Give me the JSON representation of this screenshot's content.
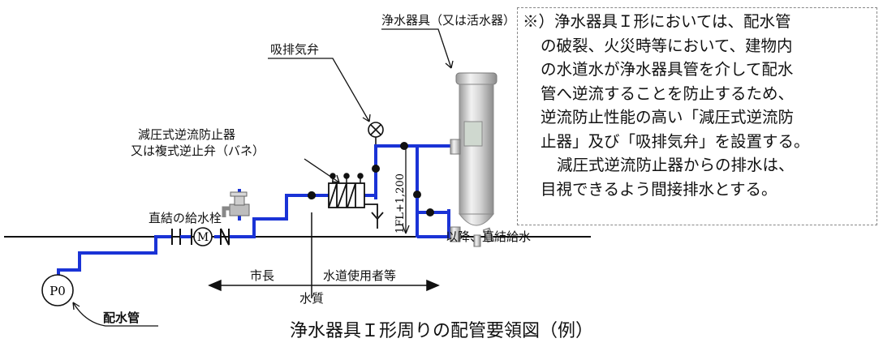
{
  "labels": {
    "purifier": "浄水器具（又は活水器）",
    "air_valve": "吸排気弁",
    "rpz_line1": "減圧式逆流防止器",
    "rpz_line2": "又は複式逆止弁（バネ）",
    "hydrant": "直結の給水栓",
    "height": "1FL+1,200",
    "after": "以降、直結給水",
    "meter": "M",
    "pump": "P0",
    "main_pipe": "配水管",
    "city": "市長",
    "user": "水道使用者等",
    "quality": "水質"
  },
  "note": {
    "line1": "※）浄水器具Ｉ形においては、配水管",
    "line2": "の破裂、火災時等において、建物内",
    "line3": "の水道水が浄水器具管を介して配水",
    "line4": "管へ逆流することを防止するため、",
    "line5": "逆流防止性能の高い「減圧式逆流防",
    "line6": "止器」及び「吸排気弁」を設置する。",
    "line7": "減圧式逆流防止器からの排水は、",
    "line8": "目視できるよう間接排水とする。"
  },
  "caption": "浄水器具Ｉ形周りの配管要領図（例）",
  "colors": {
    "pipe": "#1a33d6",
    "line": "#111111",
    "note_border": "#888888"
  }
}
